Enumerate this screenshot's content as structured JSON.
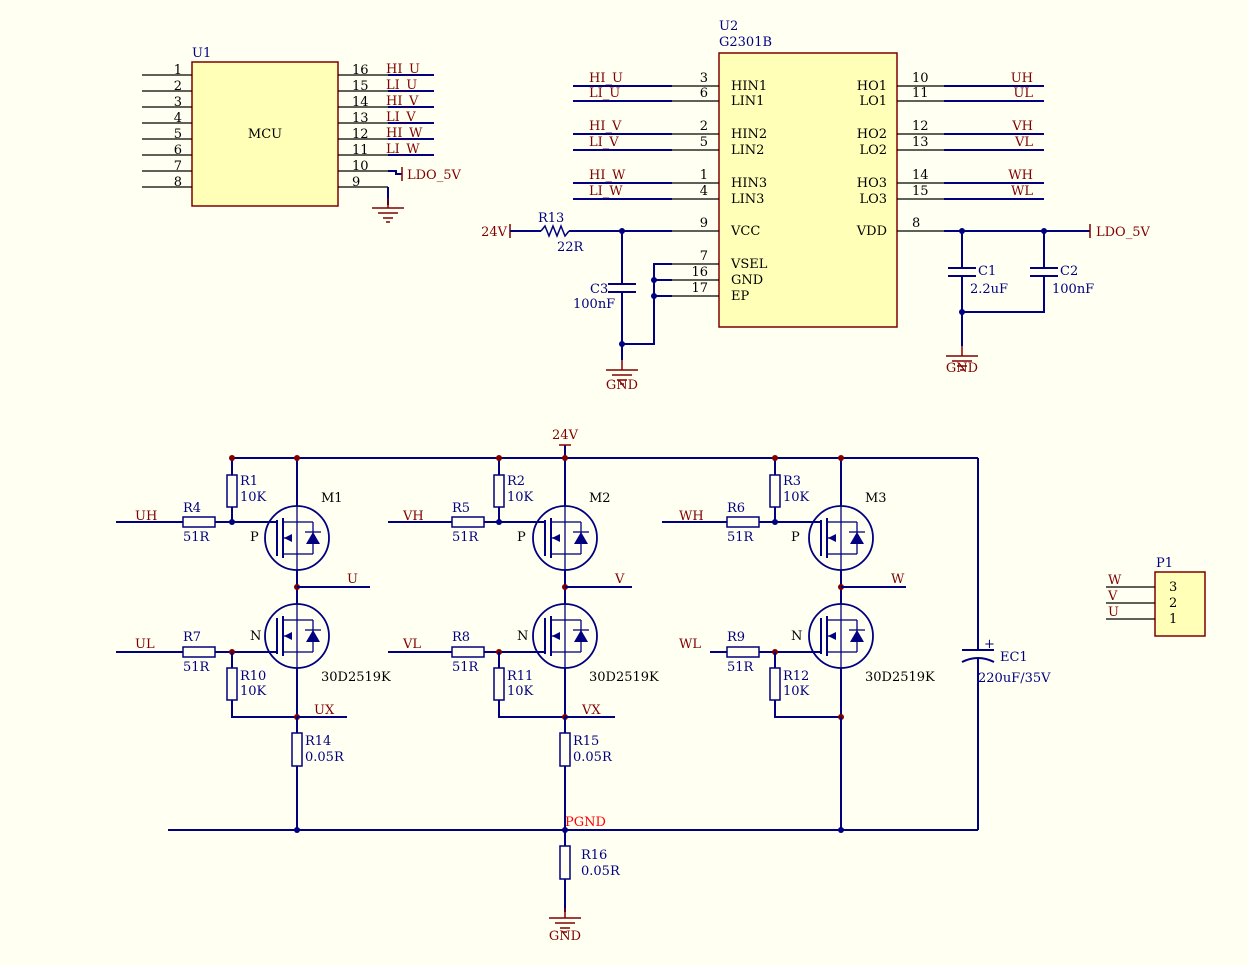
{
  "u1": {
    "designator": "U1",
    "name": "MCU",
    "left_pins": [
      "1",
      "2",
      "3",
      "4",
      "5",
      "6",
      "7",
      "8"
    ],
    "right_pins": [
      "16",
      "15",
      "14",
      "13",
      "12",
      "11",
      "10",
      "9"
    ],
    "right_nets": [
      "HI_U",
      "LI_U",
      "HI_V",
      "LI_V",
      "HI_W",
      "LI_W"
    ],
    "ldo_label": "LDO_5V"
  },
  "u2": {
    "designator": "U2",
    "part": "G2301B",
    "left_pins": [
      {
        "num": "3",
        "name": "HIN1",
        "net": "HI_U"
      },
      {
        "num": "6",
        "name": "LIN1",
        "net": "LI_U"
      },
      {
        "num": "2",
        "name": "HIN2",
        "net": "HI_V"
      },
      {
        "num": "5",
        "name": "LIN2",
        "net": "LI_V"
      },
      {
        "num": "1",
        "name": "HIN3",
        "net": "HI_W"
      },
      {
        "num": "4",
        "name": "LIN3",
        "net": "LI_W"
      },
      {
        "num": "9",
        "name": "VCC",
        "net": ""
      },
      {
        "num": "7",
        "name": "VSEL",
        "net": ""
      },
      {
        "num": "16",
        "name": "GND",
        "net": ""
      },
      {
        "num": "17",
        "name": "EP",
        "net": ""
      }
    ],
    "right_pins": [
      {
        "num": "10",
        "name": "HO1",
        "net": "UH"
      },
      {
        "num": "11",
        "name": "LO1",
        "net": "UL"
      },
      {
        "num": "12",
        "name": "HO2",
        "net": "VH"
      },
      {
        "num": "13",
        "name": "LO2",
        "net": "VL"
      },
      {
        "num": "14",
        "name": "HO3",
        "net": "WH"
      },
      {
        "num": "15",
        "name": "LO3",
        "net": "WL"
      },
      {
        "num": "8",
        "name": "VDD",
        "net": ""
      }
    ]
  },
  "supply": {
    "v24": "24V",
    "ldo": "LDO_5V",
    "gnd": "GND",
    "pgnd": "PGND"
  },
  "r13": {
    "ref": "R13",
    "val": "22R"
  },
  "c3": {
    "ref": "C3",
    "val": "100nF"
  },
  "c1": {
    "ref": "C1",
    "val": "2.2uF"
  },
  "c2": {
    "ref": "C2",
    "val": "100nF"
  },
  "bridge": [
    {
      "hi_in": "UH",
      "lo_in": "UL",
      "out": "U",
      "sense": "UX",
      "rg_hi": {
        "ref": "R4",
        "val": "51R"
      },
      "rpu": {
        "ref": "R1",
        "val": "10K"
      },
      "rg_lo": {
        "ref": "R7",
        "val": "51R"
      },
      "rpd": {
        "ref": "R10",
        "val": "10K"
      },
      "mos": {
        "ref": "M1",
        "part": "30D2519K",
        "p": "P",
        "n": "N"
      }
    },
    {
      "hi_in": "VH",
      "lo_in": "VL",
      "out": "V",
      "sense": "VX",
      "rg_hi": {
        "ref": "R5",
        "val": "51R"
      },
      "rpu": {
        "ref": "R2",
        "val": "10K"
      },
      "rg_lo": {
        "ref": "R8",
        "val": "51R"
      },
      "rpd": {
        "ref": "R11",
        "val": "10K"
      },
      "mos": {
        "ref": "M2",
        "part": "30D2519K",
        "p": "P",
        "n": "N"
      }
    },
    {
      "hi_in": "WH",
      "lo_in": "WL",
      "out": "W",
      "sense": "",
      "rg_hi": {
        "ref": "R6",
        "val": "51R"
      },
      "rpu": {
        "ref": "R3",
        "val": "10K"
      },
      "rg_lo": {
        "ref": "R9",
        "val": "51R"
      },
      "rpd": {
        "ref": "R12",
        "val": "10K"
      },
      "mos": {
        "ref": "M3",
        "part": "30D2519K",
        "p": "P",
        "n": "N"
      }
    }
  ],
  "r14": {
    "ref": "R14",
    "val": "0.05R"
  },
  "r15": {
    "ref": "R15",
    "val": "0.05R"
  },
  "r16": {
    "ref": "R16",
    "val": "0.05R"
  },
  "ec1": {
    "ref": "EC1",
    "val": "220uF/35V",
    "plus": "+"
  },
  "p1": {
    "ref": "P1",
    "pins": [
      "3",
      "2",
      "1"
    ],
    "nets": [
      "W",
      "V",
      "U"
    ]
  }
}
